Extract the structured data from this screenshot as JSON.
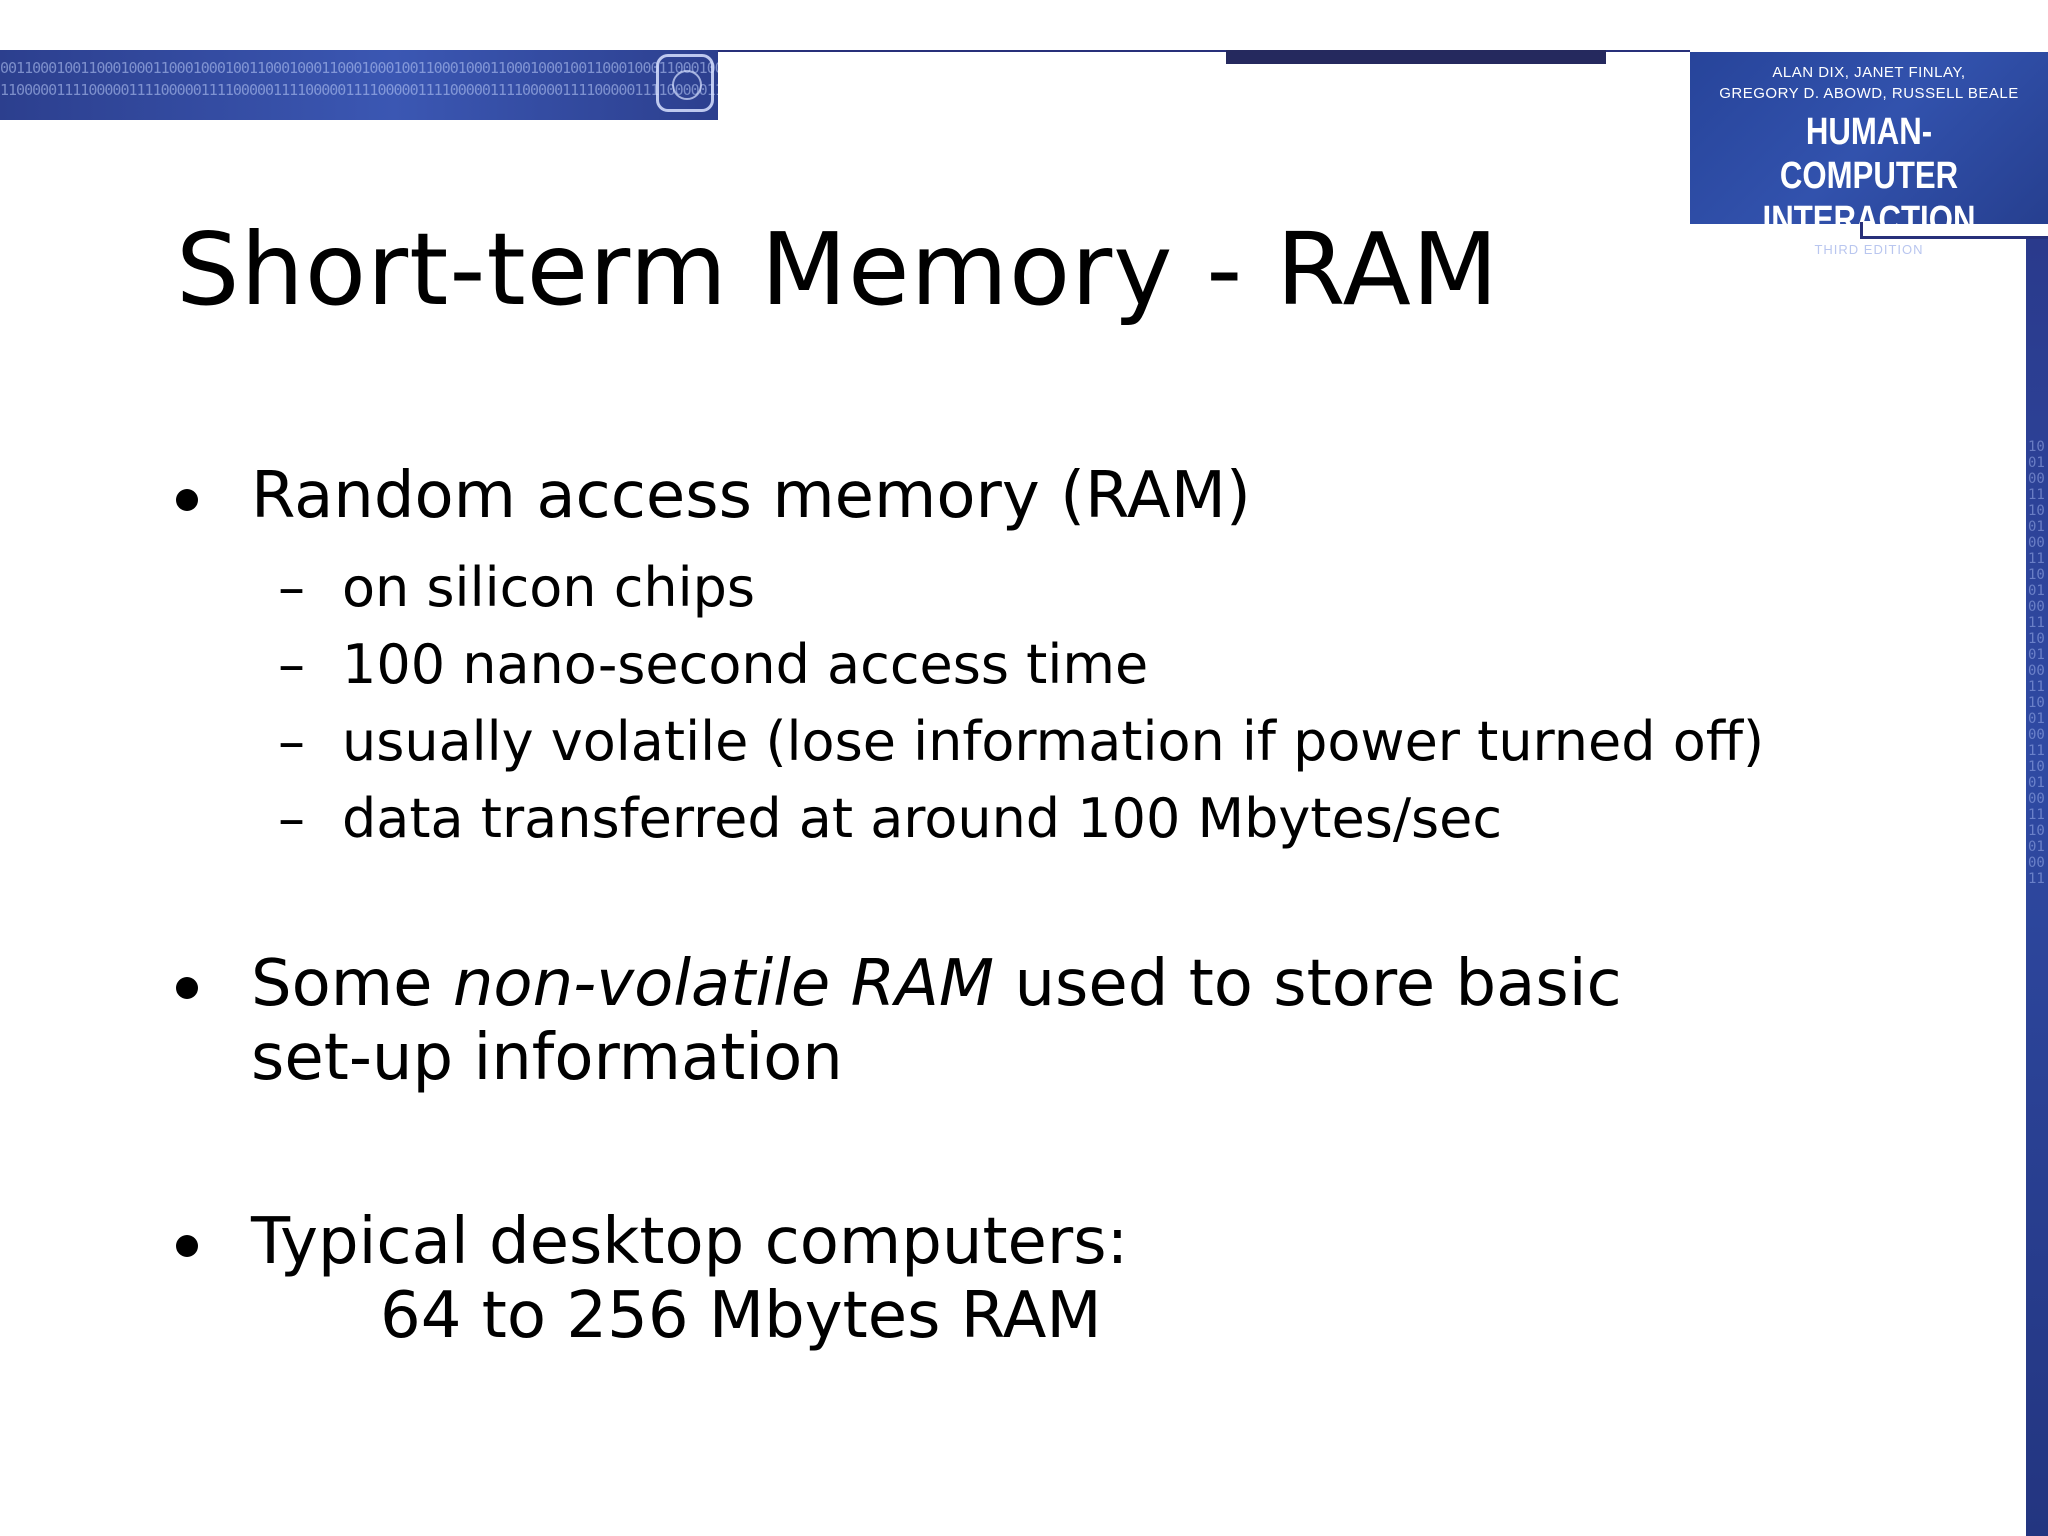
{
  "slide": {
    "title": "Short-term Memory - RAM",
    "bullets": [
      {
        "text": "Random access memory (RAM)",
        "sub": [
          "on silicon chips",
          "100 nano-second access time",
          "usually volatile (lose information if power turned off)",
          "data transferred at around 100 Mbytes/sec"
        ]
      },
      {
        "lead": "Some ",
        "emphasis": "non-volatile RAM",
        "trail": " used to store basic",
        "line2": "set-up information"
      },
      {
        "text": "Typical desktop computers:",
        "line2": "64 to 256 Mbytes RAM"
      }
    ],
    "sub_marker": "–"
  },
  "book": {
    "authors_line1": "ALAN DIX, JANET FINLAY,",
    "authors_line2": "GREGORY D. ABOWD, RUSSELL BEALE",
    "title_line1": "HUMAN-COMPUTER",
    "title_line2": "INTERACTION",
    "edition": "THIRD EDITION"
  },
  "decor": {
    "banner_bits_row1": "0011000100110001000110001000100110001000110001000100110001000110001000100110001000110001000100110001",
    "banner_bits_row2": "1100000111100000111100000111100000111100000111100000111100000111100000111100000111100000111100000111",
    "strip_bits": "10010011100100111001001110010011100100111001001110010011"
  },
  "colors": {
    "banner_blue": "#3b57b3",
    "header_navy": "#25295e",
    "text": "#000000"
  }
}
